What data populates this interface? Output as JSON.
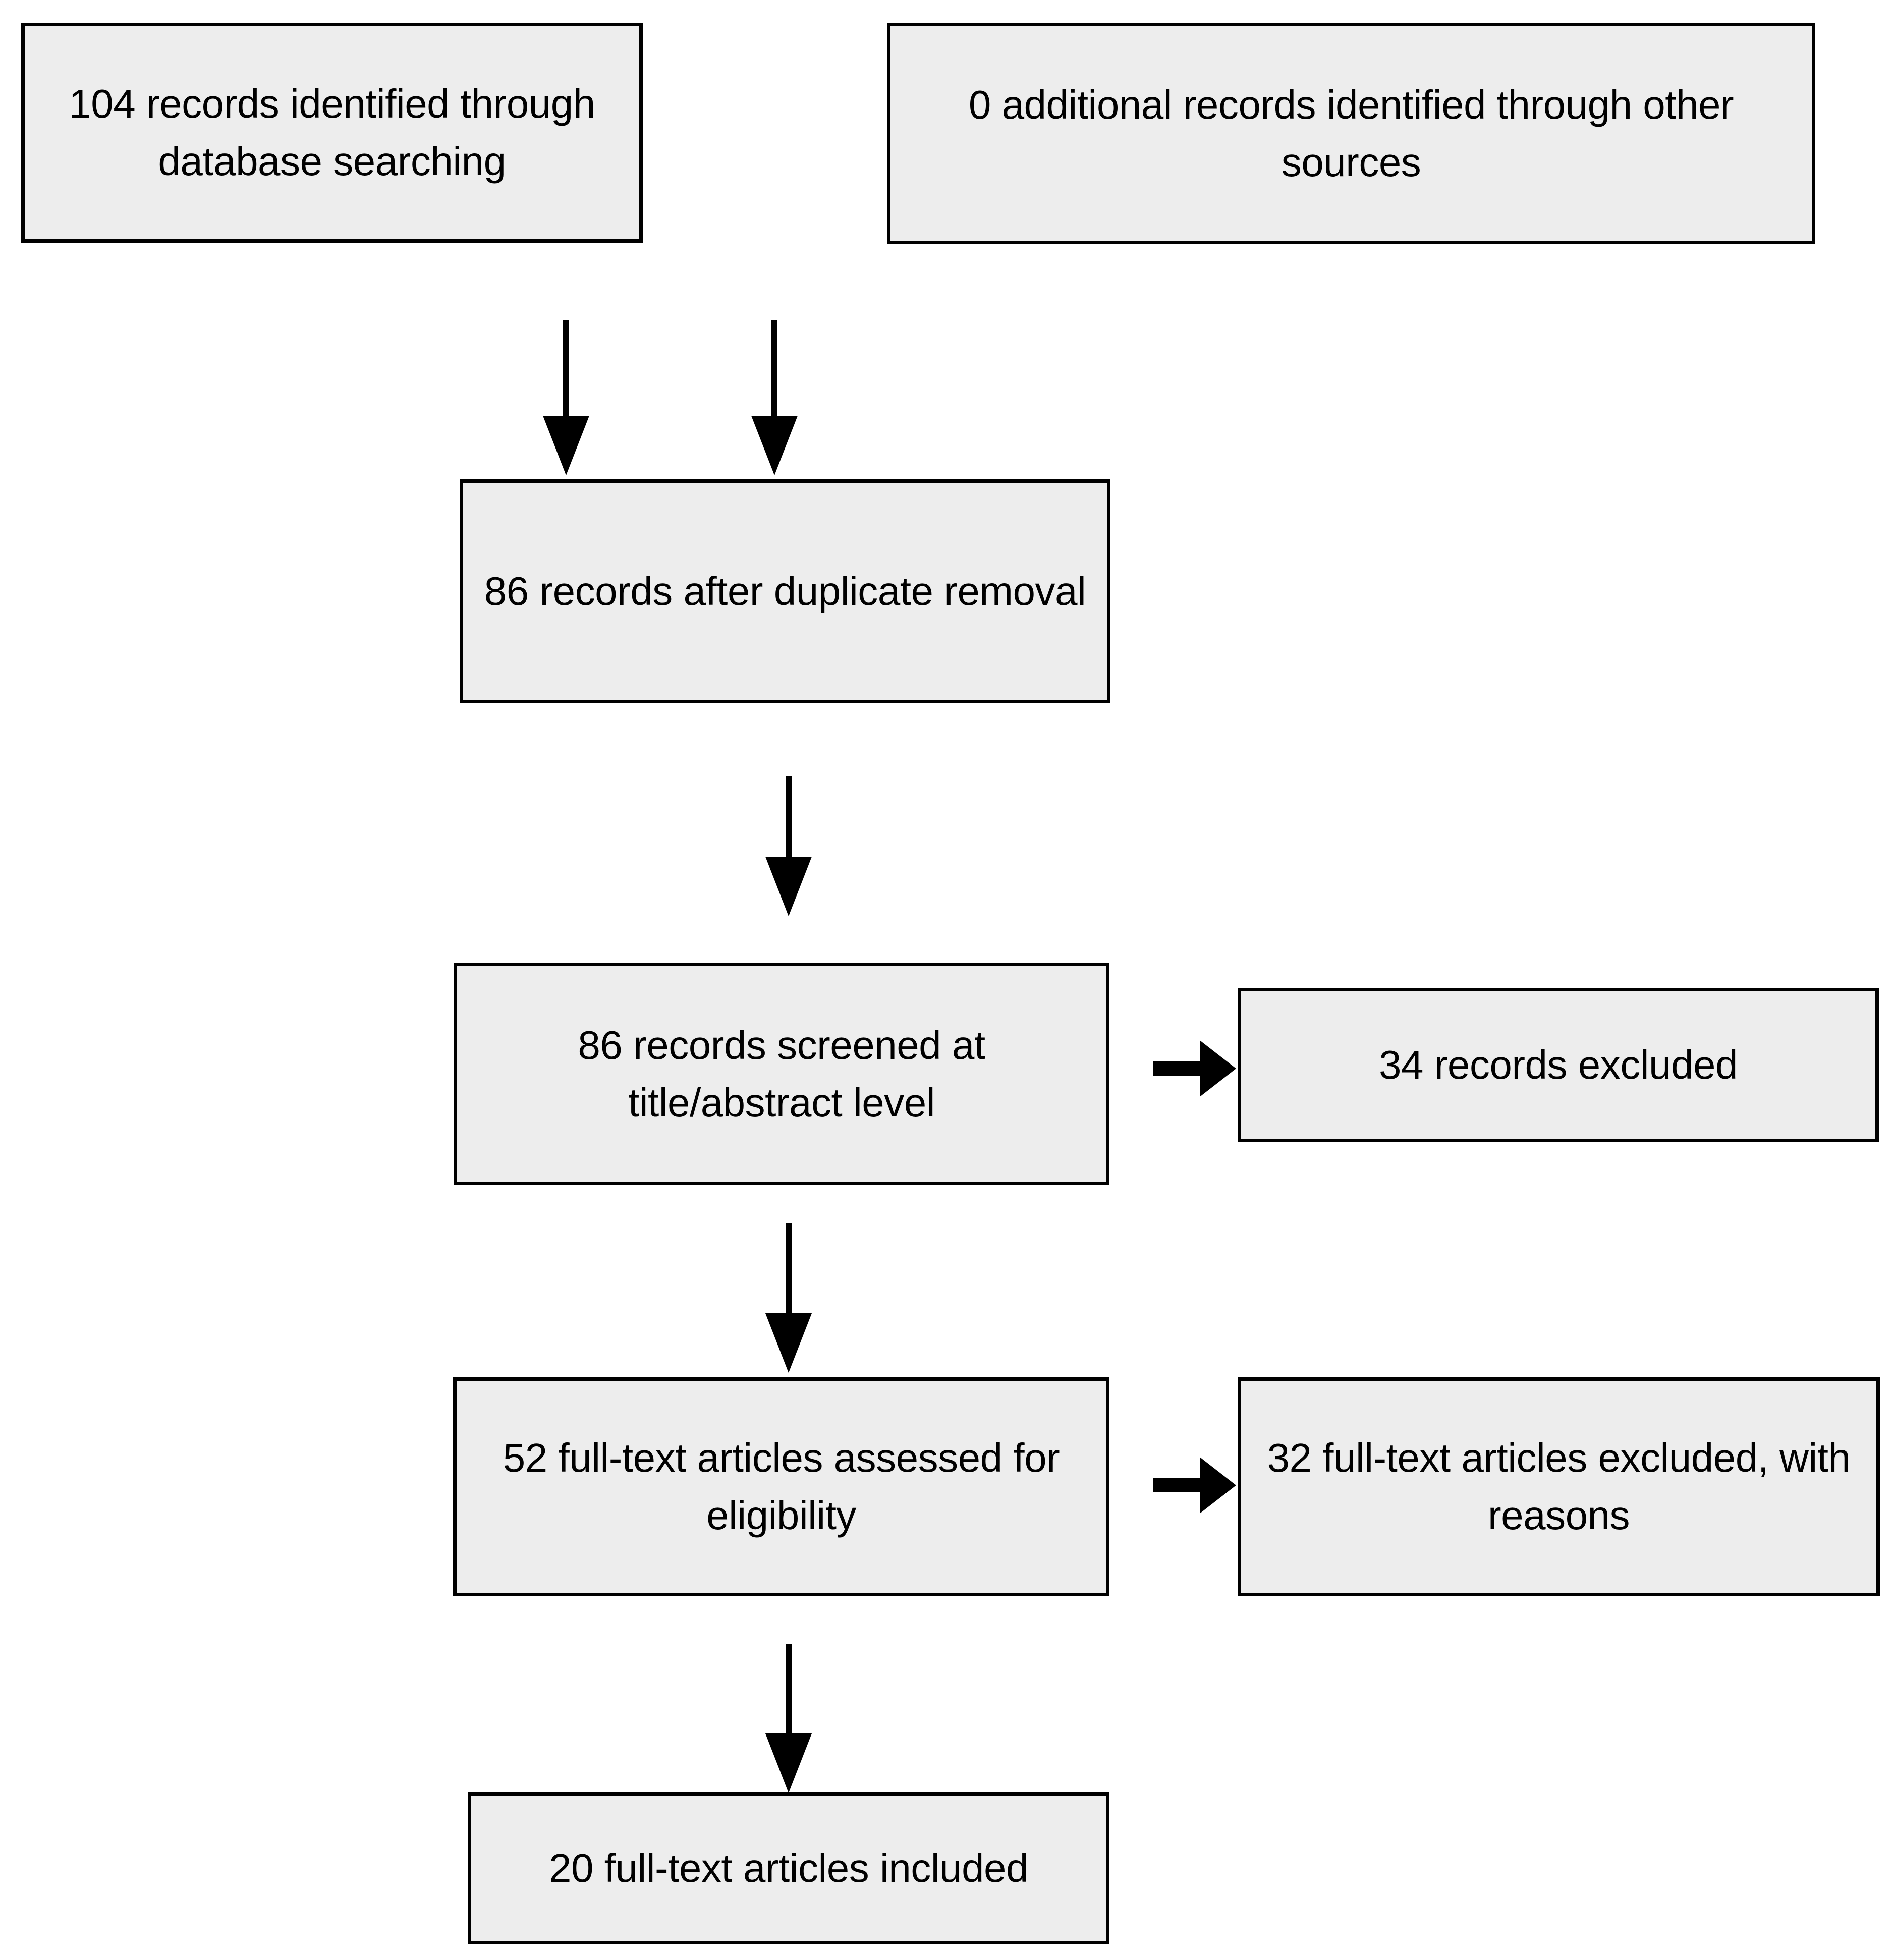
{
  "diagram": {
    "type": "prisma-flow-diagram",
    "background_color": "#ffffff",
    "box_fill_color": "#ededed",
    "box_border_color": "#000000",
    "text_color": "#000000",
    "nodes": [
      {
        "id": "db-search",
        "label": "104 records identified through database searching",
        "count": 104,
        "stage": "identification"
      },
      {
        "id": "other-sources",
        "label": "0 additional records identified through other sources",
        "count": 0,
        "stage": "identification"
      },
      {
        "id": "after-duplicates",
        "label": "86 records after duplicate removal",
        "count": 86,
        "stage": "screening"
      },
      {
        "id": "screened",
        "label": "86 records screened at title/abstract level",
        "count": 86,
        "stage": "screening"
      },
      {
        "id": "records-excluded",
        "label": "34 records excluded",
        "count": 34,
        "stage": "screening-excluded"
      },
      {
        "id": "fulltext-assessed",
        "label": "52 full-text articles assessed for eligibility",
        "count": 52,
        "stage": "eligibility"
      },
      {
        "id": "fulltext-excluded",
        "label": "32 full-text articles excluded, with reasons",
        "count": 32,
        "stage": "eligibility-excluded"
      },
      {
        "id": "included",
        "label": "20 full-text articles included",
        "count": 20,
        "stage": "included"
      }
    ],
    "edges": [
      {
        "from": "db-search",
        "to": "after-duplicates",
        "direction": "down"
      },
      {
        "from": "other-sources",
        "to": "after-duplicates",
        "direction": "down"
      },
      {
        "from": "after-duplicates",
        "to": "screened",
        "direction": "down"
      },
      {
        "from": "screened",
        "to": "fulltext-assessed",
        "direction": "down"
      },
      {
        "from": "screened",
        "to": "records-excluded",
        "direction": "right"
      },
      {
        "from": "fulltext-assessed",
        "to": "included",
        "direction": "down"
      },
      {
        "from": "fulltext-assessed",
        "to": "fulltext-excluded",
        "direction": "right"
      }
    ]
  }
}
